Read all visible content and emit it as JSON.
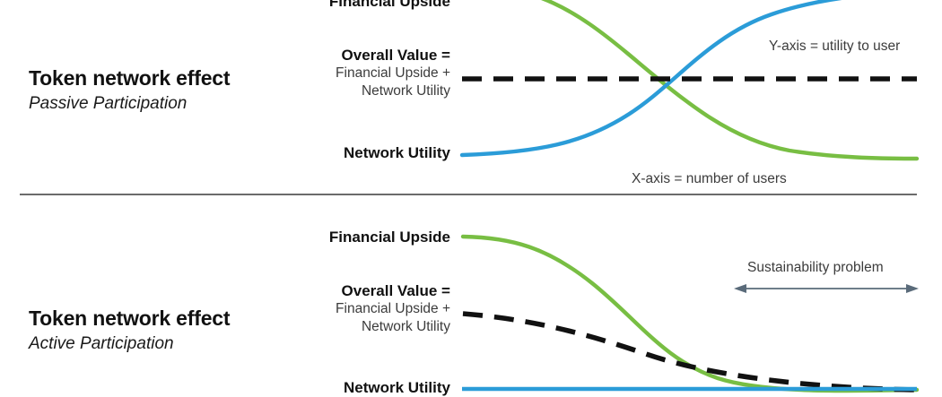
{
  "colors": {
    "green": "#78BE43",
    "blue": "#2B9CD8",
    "dashed": "#111111",
    "arrow": "#5a6b7a",
    "divider": "#6b6b6b",
    "text_strong": "#111111",
    "text_muted": "#3c3c3c"
  },
  "panels": [
    {
      "id": "passive",
      "title": "Token network effect",
      "subtitle": "Passive Participation",
      "legend": {
        "financial_upside": "Financial Upside",
        "overall_value_title": "Overall Value =",
        "overall_value_line1": "Financial Upside +",
        "overall_value_line2": "Network Utility",
        "network_utility": "Network Utility"
      },
      "axes": {
        "y_note": "Y-axis = utility to user",
        "x_note": "X-axis = number of users"
      }
    },
    {
      "id": "active",
      "title": "Token network effect",
      "subtitle": "Active Participation",
      "legend": {
        "financial_upside": "Financial Upside",
        "overall_value_title": "Overall Value =",
        "overall_value_line1": "Financial Upside +",
        "overall_value_line2": "Network Utility",
        "network_utility": "Network Utility"
      },
      "annotation": {
        "label": "Sustainability problem"
      }
    }
  ],
  "chart_data": [
    {
      "type": "line",
      "title": "Token network effect — Passive Participation",
      "xlabel": "X-axis = number of users",
      "ylabel": "Y-axis = utility to user",
      "grid": false,
      "legend_position": "left",
      "xlim": [
        0,
        100
      ],
      "ylim": [
        0,
        100
      ],
      "x": [
        0,
        10,
        20,
        30,
        40,
        50,
        60,
        70,
        80,
        90,
        100
      ],
      "series": [
        {
          "name": "Financial Upside",
          "color": "#78BE43",
          "style": "solid",
          "values": [
            100,
            98,
            94,
            86,
            72,
            55,
            38,
            24,
            14,
            9,
            7
          ]
        },
        {
          "name": "Network Utility",
          "color": "#2B9CD8",
          "style": "solid",
          "values": [
            7,
            9,
            14,
            24,
            38,
            55,
            72,
            86,
            94,
            98,
            100
          ]
        },
        {
          "name": "Overall Value = Financial Upside + Network Utility",
          "color": "#111111",
          "style": "dashed",
          "values": [
            55,
            55,
            55,
            55,
            55,
            55,
            55,
            55,
            55,
            55,
            55
          ]
        }
      ],
      "annotations": []
    },
    {
      "type": "line",
      "title": "Token network effect — Active Participation",
      "xlabel": "",
      "ylabel": "",
      "grid": false,
      "legend_position": "left",
      "xlim": [
        0,
        100
      ],
      "ylim": [
        0,
        100
      ],
      "x": [
        0,
        10,
        20,
        30,
        40,
        50,
        60,
        70,
        80,
        90,
        100
      ],
      "series": [
        {
          "name": "Financial Upside",
          "color": "#78BE43",
          "style": "solid",
          "values": [
            100,
            98,
            93,
            84,
            70,
            52,
            34,
            19,
            10,
            5,
            3
          ]
        },
        {
          "name": "Overall Value = Financial Upside + Network Utility",
          "color": "#111111",
          "style": "dashed",
          "values": [
            52,
            50,
            47,
            43,
            38,
            31,
            24,
            16,
            10,
            5,
            2
          ]
        },
        {
          "name": "Network Utility",
          "color": "#2B9CD8",
          "style": "solid",
          "values": [
            1,
            1,
            1,
            1,
            1,
            1,
            1,
            1,
            1,
            1,
            1
          ]
        }
      ],
      "annotations": [
        {
          "label": "Sustainability problem",
          "type": "double-arrow",
          "x_start": 60,
          "x_end": 100
        }
      ]
    }
  ]
}
